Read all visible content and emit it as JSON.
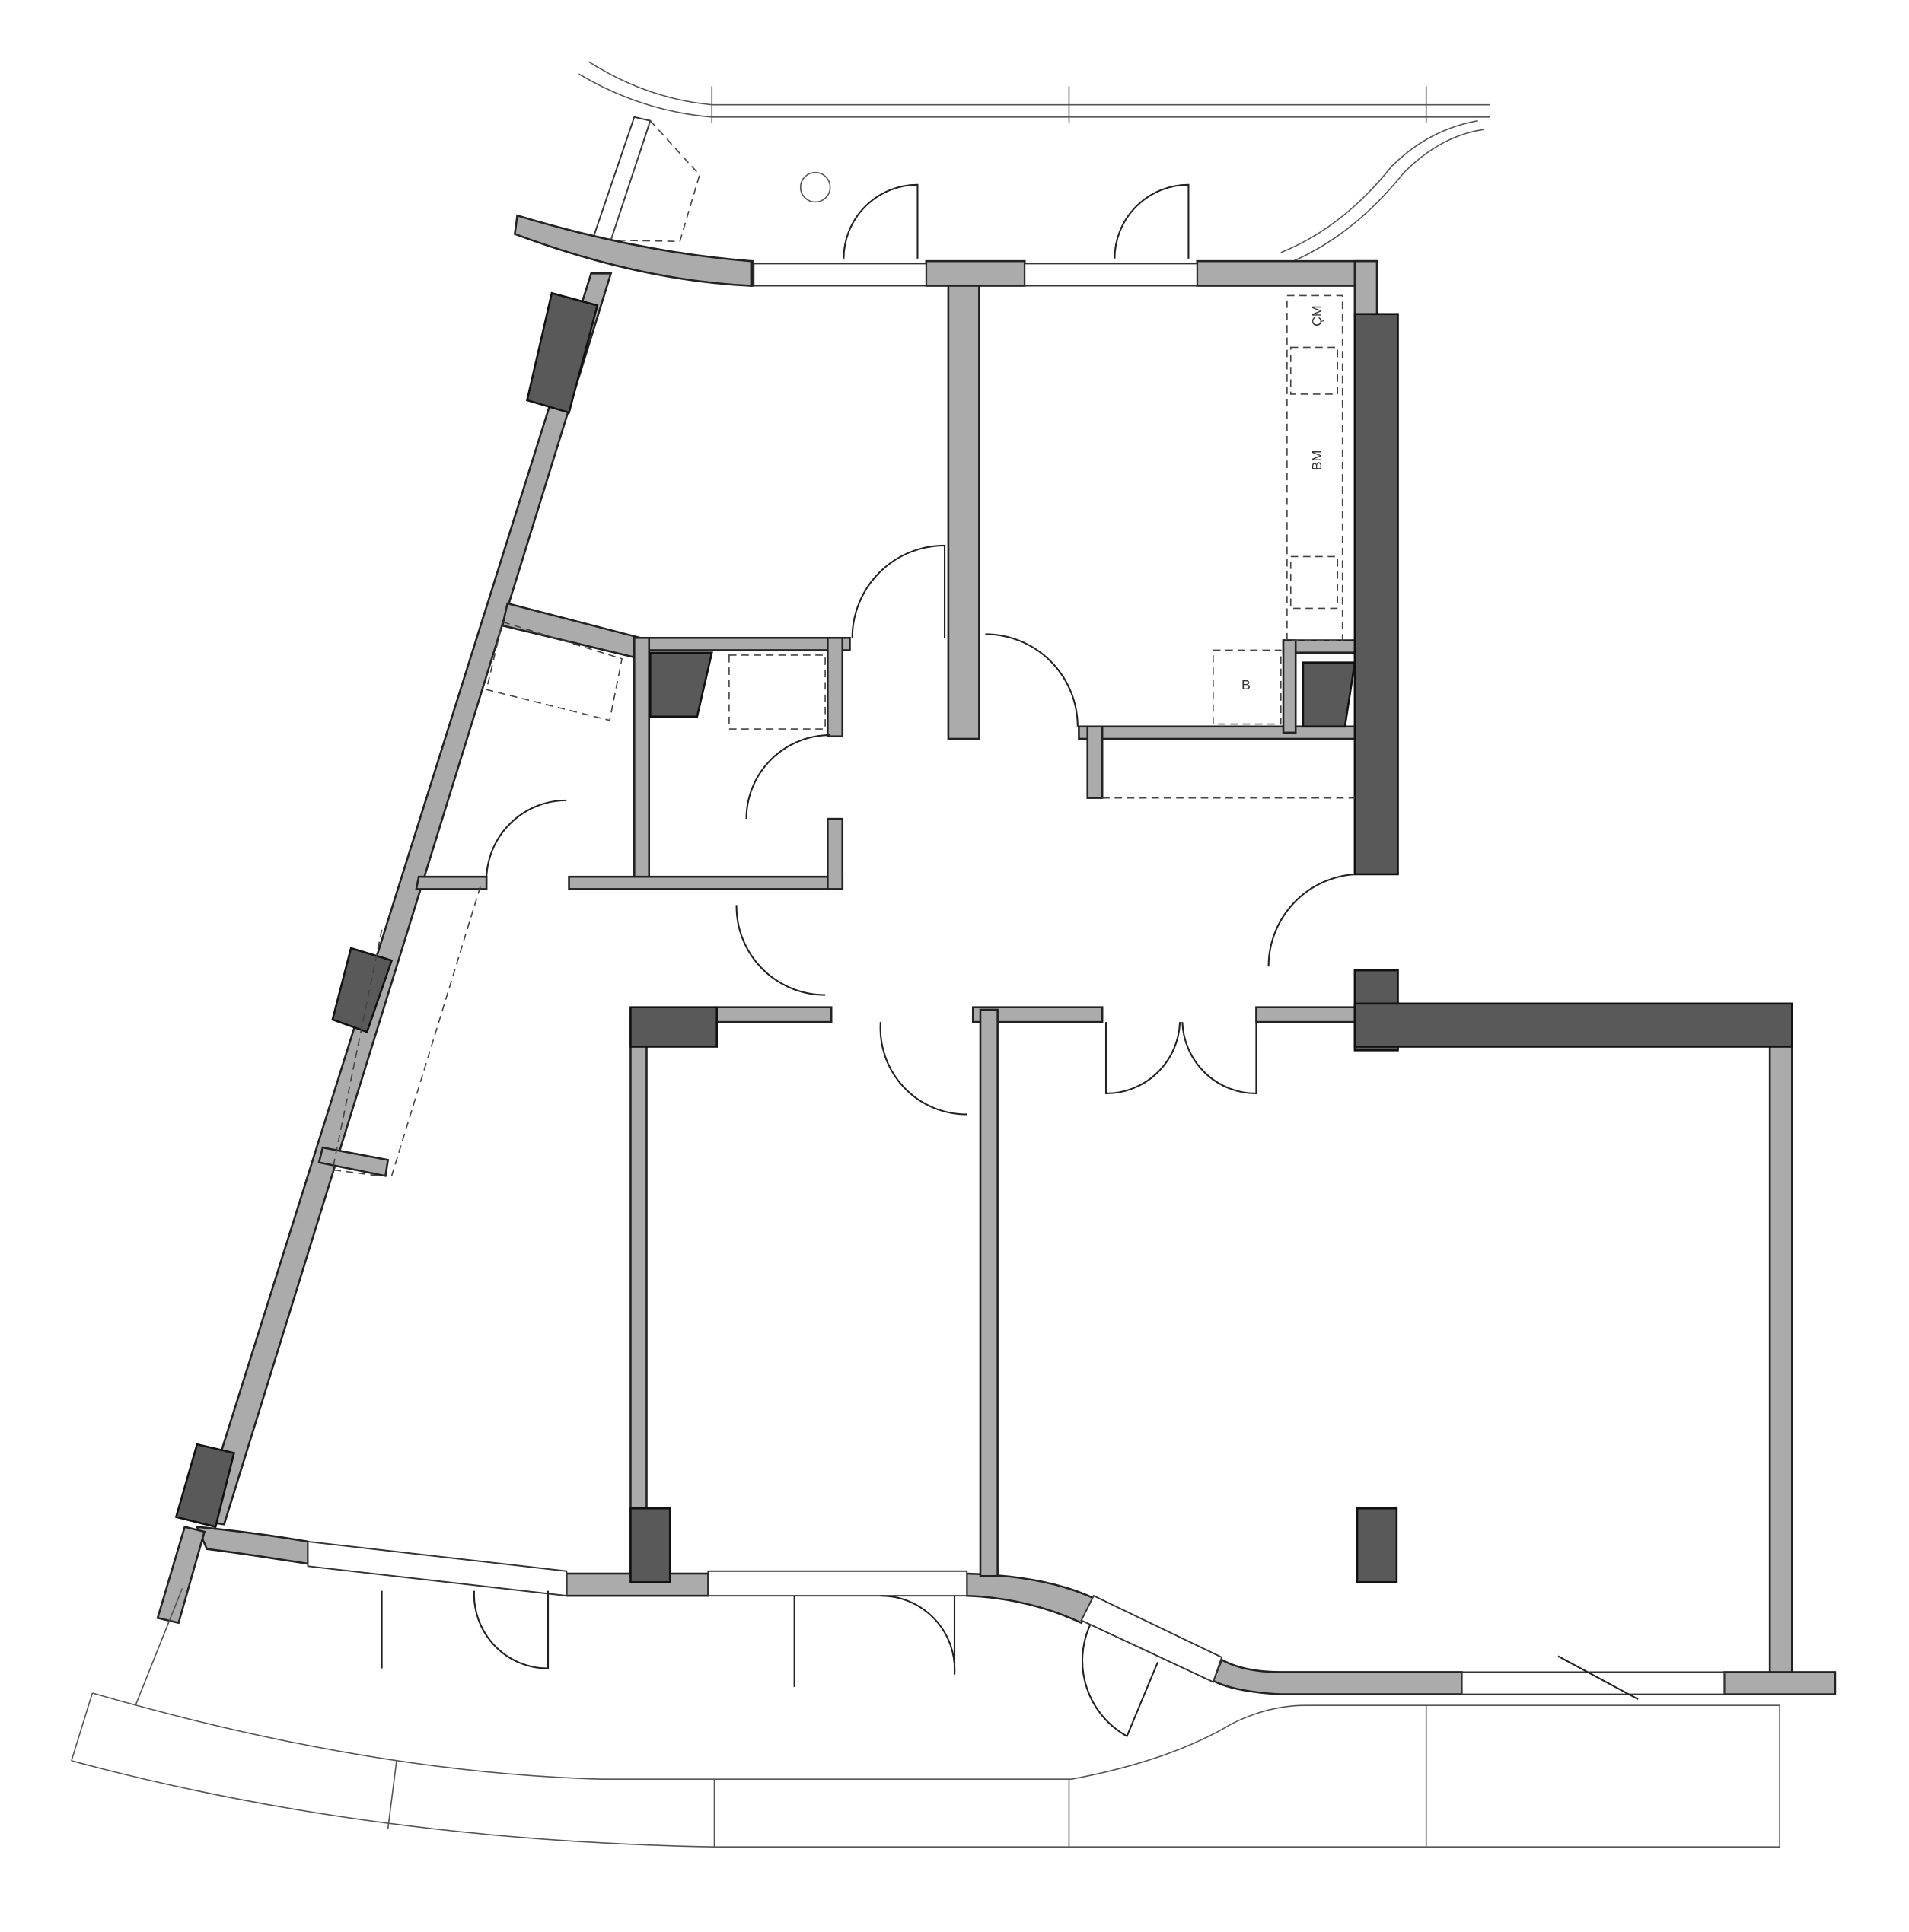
{
  "plan": {
    "kitchen_labels": {
      "fridge": "ÇM",
      "dishwasher": "BM",
      "boiler": "B"
    }
  },
  "colors": {
    "wall_fill": "#ababab",
    "column_fill": "#595959",
    "line": "#222222"
  }
}
